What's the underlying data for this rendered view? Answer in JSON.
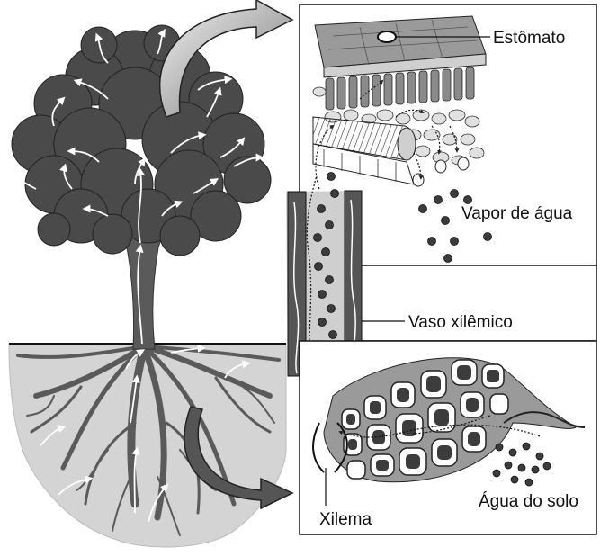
{
  "labels": {
    "stomata": "Estômato",
    "water_vapor": "Vapor de água",
    "xylem_vessel": "Vaso xilêmico",
    "xylem": "Xilema",
    "soil_water": "Água do solo"
  },
  "colors": {
    "canopy": "#4a4a4a",
    "trunk": "#5a5a5a",
    "soil": "#d4d4d4",
    "water_droplet": "#3c3c3c",
    "vessel_fill": "#cfcfcf",
    "big_arrow": "#7a7a7a"
  }
}
